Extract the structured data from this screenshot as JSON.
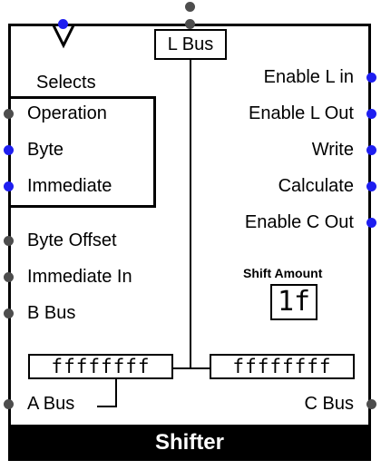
{
  "component": {
    "title": "Shifter",
    "l_bus_label": "L Bus",
    "selects_label": "Selects",
    "left_pins": [
      "Operation",
      "Byte",
      "Immediate",
      "Byte Offset",
      "Immediate In",
      "B Bus",
      "A Bus"
    ],
    "right_pins": [
      "Enable L in",
      "Enable L Out",
      "Write",
      "Calculate",
      "Enable C Out",
      "C Bus"
    ],
    "shift_amount_label": "Shift Amount",
    "shift_amount_value": "1f",
    "input_value": "ffffffff",
    "output_value": "ffffffff"
  },
  "colors": {
    "pin_active": "#1e1ef0",
    "pin_inactive": "#4d4d4d"
  }
}
